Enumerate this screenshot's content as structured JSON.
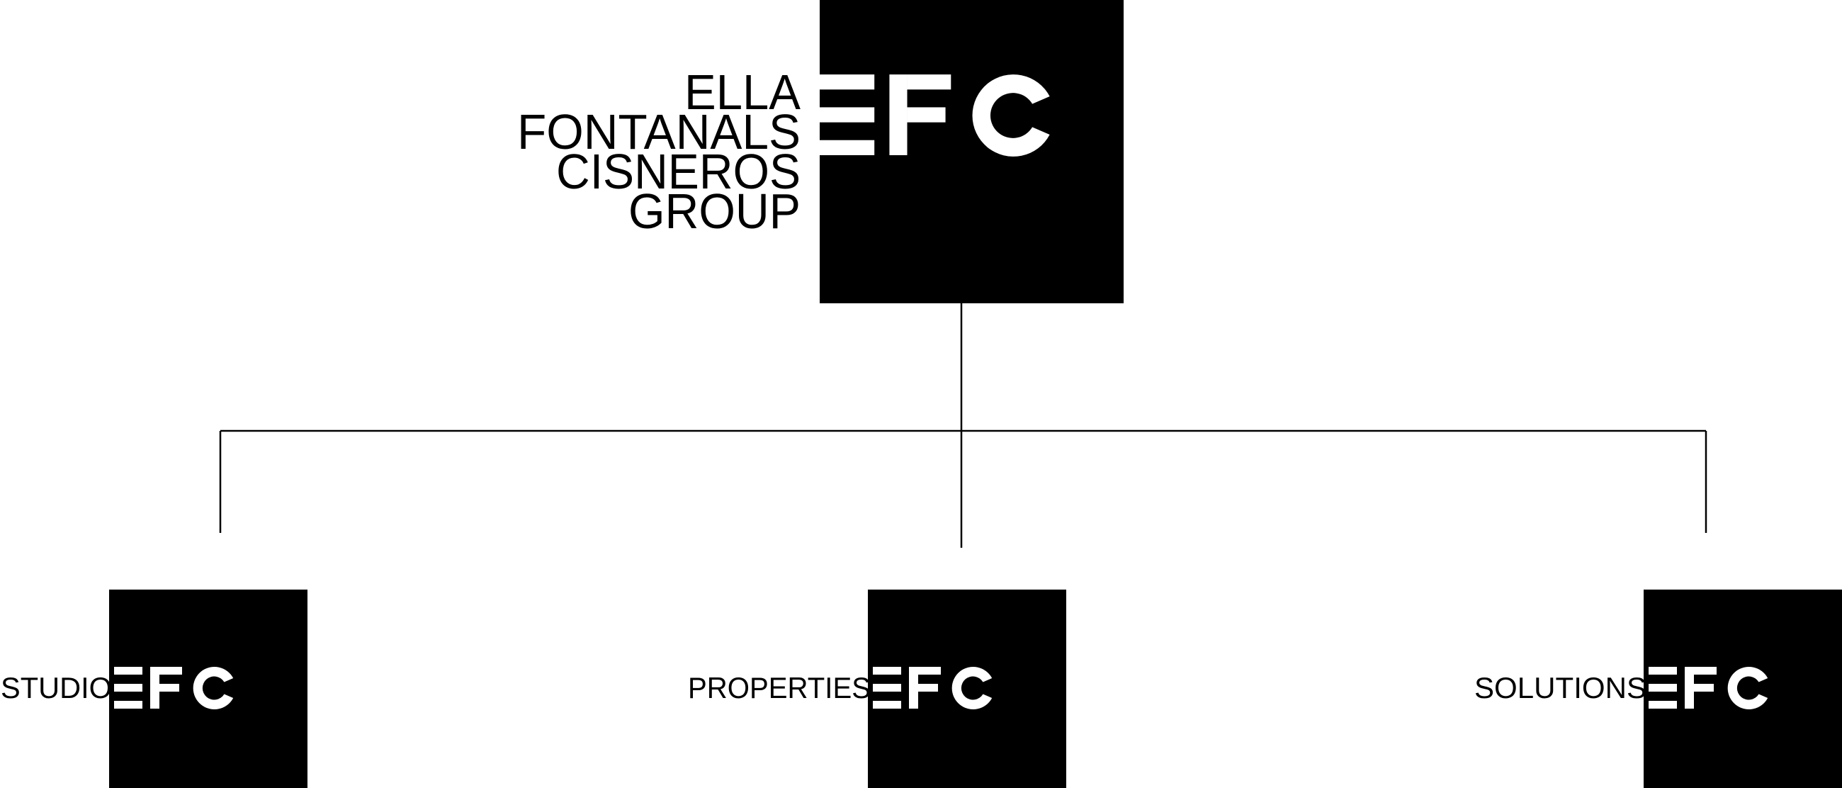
{
  "colors": {
    "background": "#ffffff",
    "ink": "#000000",
    "monogram": "#ffffff"
  },
  "parent": {
    "wordmark_lines": [
      "ELLA",
      "FONTANALS",
      "CISNEROS",
      "GROUP"
    ],
    "monogram": "EFC"
  },
  "divisions": [
    {
      "label": "STUDIO",
      "monogram": "EFC"
    },
    {
      "label": "PROPERTIES",
      "monogram": "EFC"
    },
    {
      "label": "SOLUTIONS",
      "monogram": "EFC"
    }
  ]
}
